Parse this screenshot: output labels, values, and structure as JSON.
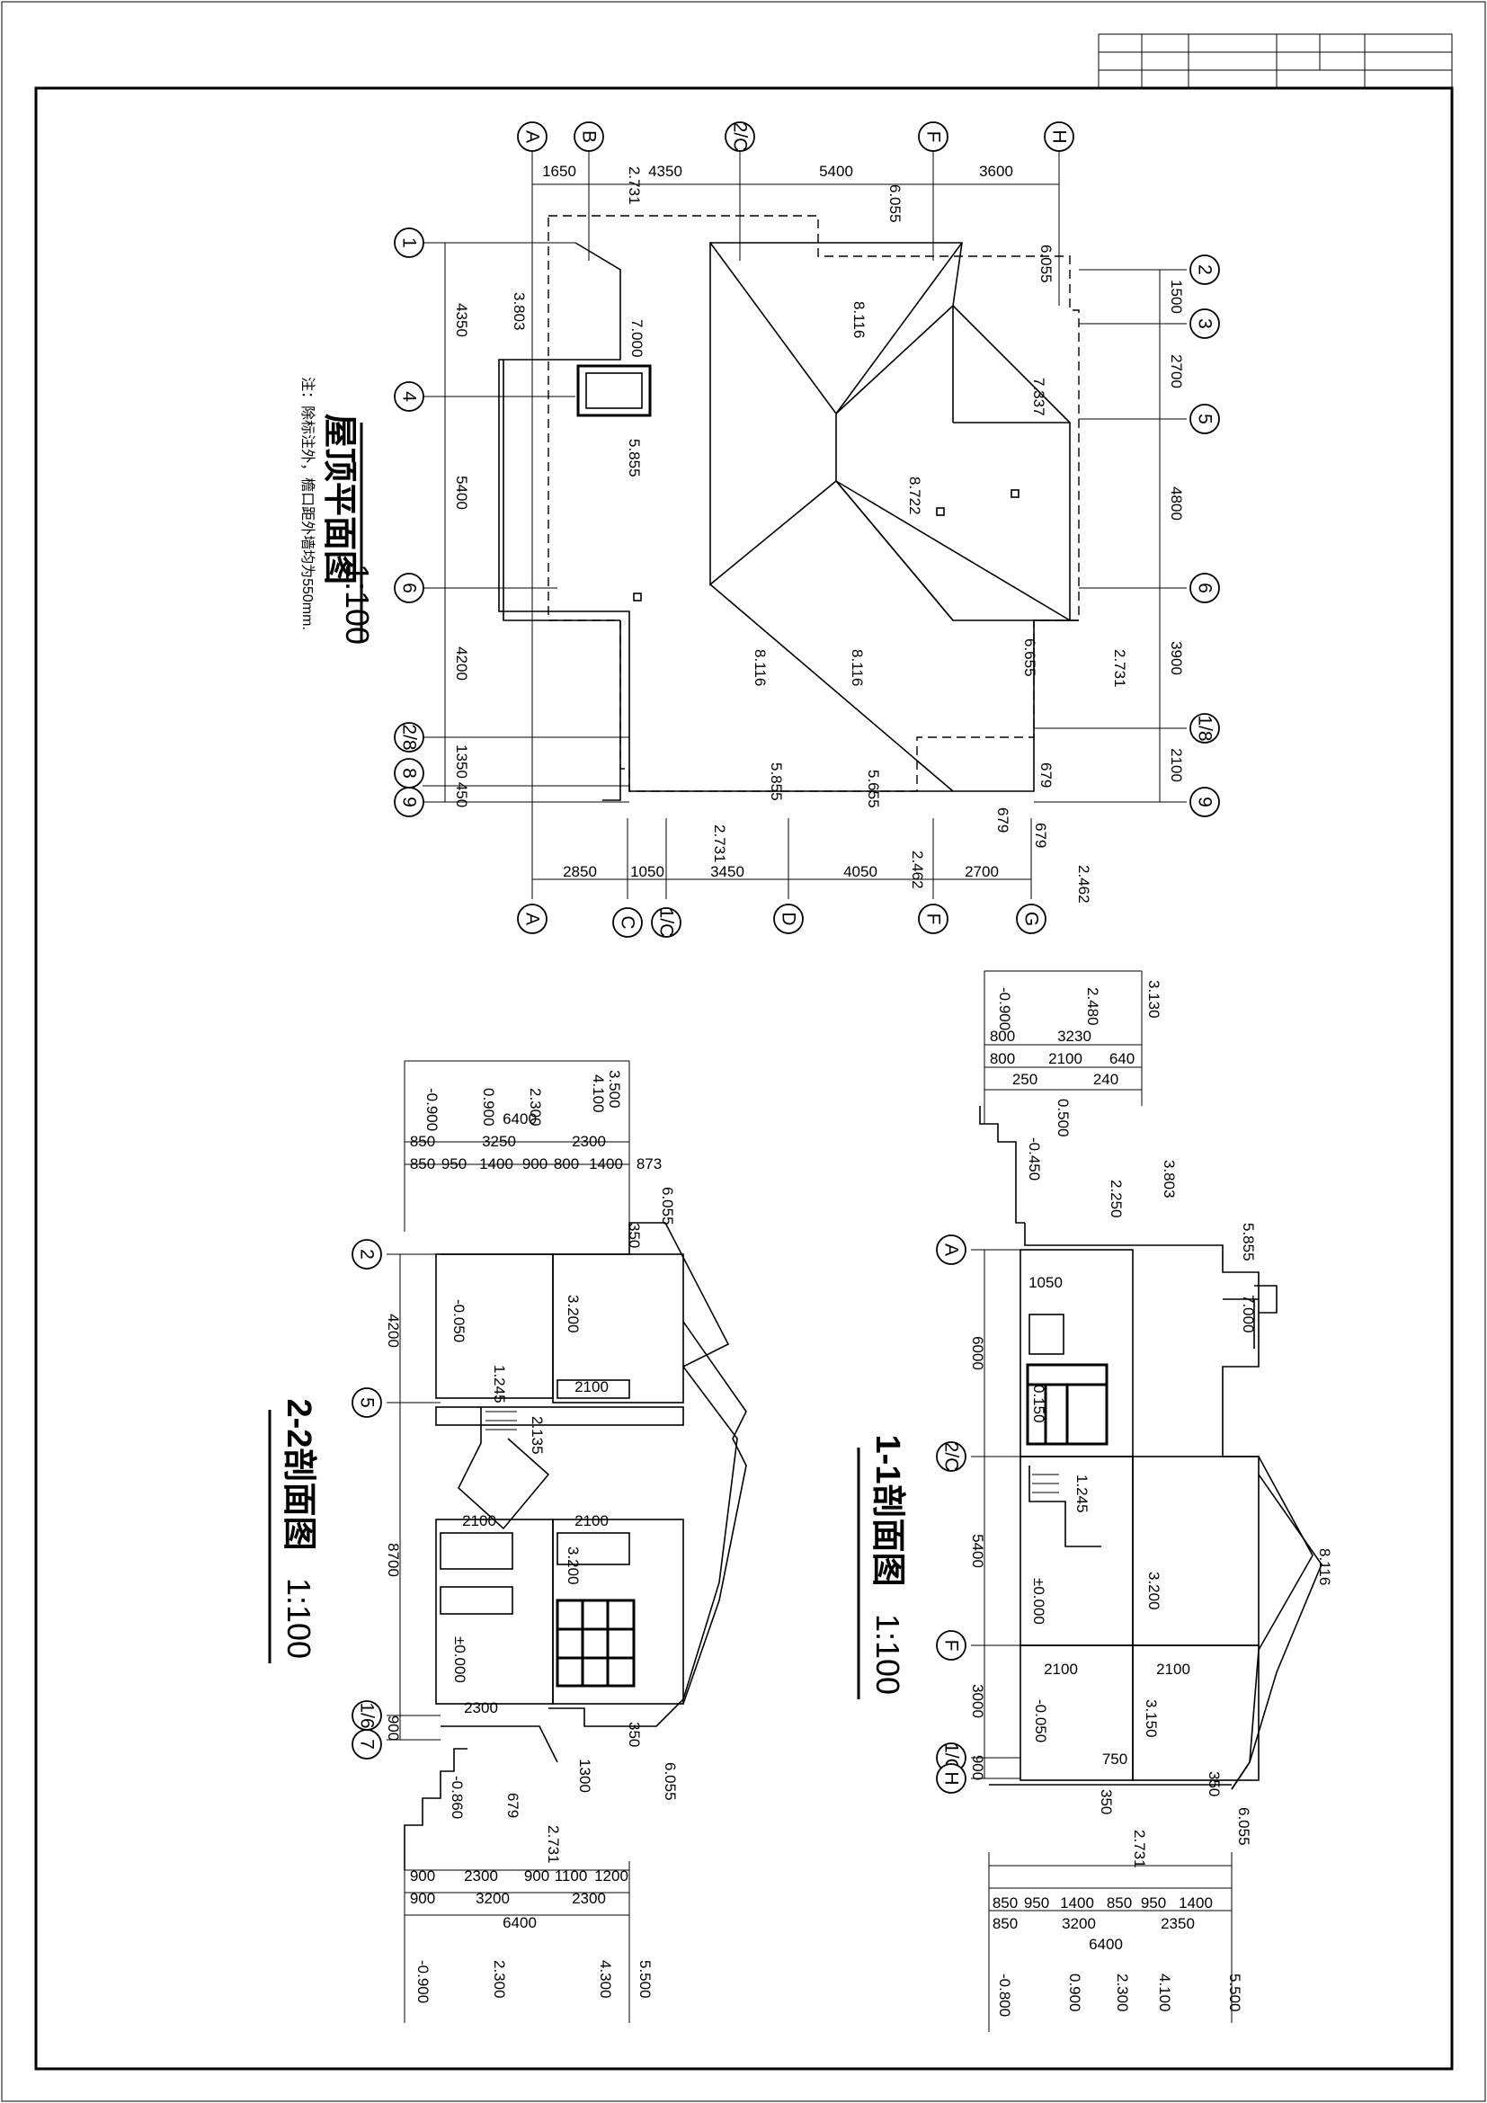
{
  "title_block": {
    "cells": [
      "",
      "",
      "",
      "",
      "",
      "",
      ""
    ]
  },
  "roof_plan": {
    "title": "屋顶平面图",
    "scale": "1:100",
    "note": "注：除标注外，檐口距外墙均为550mm.",
    "top_axes": [
      "A",
      "B",
      "2/C",
      "F",
      "H"
    ],
    "bottom_axes": [
      "A",
      "C",
      "1/C",
      "D",
      "F",
      "G"
    ],
    "left_axes": [
      "1",
      "4",
      "6",
      "2/8",
      "8",
      "9"
    ],
    "right_axes": [
      "2",
      "3",
      "5",
      "6",
      "1/8",
      "9"
    ],
    "top_dims": [
      "1650",
      "4350",
      "5400",
      "3600"
    ],
    "bottom_dims": [
      "2850",
      "1050",
      "3450",
      "4050",
      "2700"
    ],
    "left_dims": [
      "4350",
      "5400",
      "4200",
      "1350",
      "450"
    ],
    "right_dims": [
      "1500",
      "2700",
      "4800",
      "3900",
      "2100"
    ],
    "levels": [
      "2.731",
      "6.055",
      "6.055",
      "3.803",
      "7.000",
      "8.116",
      "7.337",
      "5.855",
      "8.722",
      "8.116",
      "8.116",
      "6.655",
      "2.731",
      "5.855",
      "5.655",
      "2.731",
      "2.462",
      "2.462"
    ],
    "small_dims": [
      "679",
      "679",
      "679"
    ]
  },
  "section_22": {
    "title": "2-2剖面图",
    "scale": "1:100",
    "axes": [
      "2",
      "5",
      "1/6",
      "7"
    ],
    "top_levels": [
      "-0.900",
      "0.900",
      "2.300",
      "3.500",
      "4.100"
    ],
    "top_total": "6400",
    "top_dims_row1": [
      "850",
      "3250",
      "2300"
    ],
    "top_dims_row2": [
      "850",
      "950",
      "1400",
      "900",
      "800",
      "1400",
      "873"
    ],
    "side_dims": [
      "4200",
      "8700",
      "900"
    ],
    "inner_dims": [
      "2100",
      "2100",
      "2100",
      "2300",
      "1300",
      "679"
    ],
    "levels": [
      "6.055",
      "-0.050",
      "3.200",
      "1.245",
      "2.135",
      "3.200",
      "±0.000",
      "6.055",
      "-0.860",
      "2.731",
      "350",
      "350"
    ],
    "bottom_dims_row1": [
      "900",
      "2300",
      "900",
      "1100",
      "1200"
    ],
    "bottom_dims_row2": [
      "900",
      "3200",
      "2300"
    ],
    "bottom_total": "6400",
    "bottom_levels": [
      "-0.900",
      "2.300",
      "4.300",
      "5.500"
    ]
  },
  "section_11": {
    "title": "1-1剖面图",
    "scale": "1:100",
    "axes": [
      "A",
      "2/C",
      "F",
      "1/G",
      "H"
    ],
    "top_levels": [
      "-0.900",
      "2.480",
      "3.130"
    ],
    "top_dims_row1": [
      "800",
      "3230"
    ],
    "top_dims_row2": [
      "800",
      "2100",
      "640"
    ],
    "top_dims_row3": [
      "250",
      "240"
    ],
    "side_dims": [
      "6000",
      "5400",
      "3000",
      "900"
    ],
    "inner_dims": [
      "1050",
      "2100",
      "2100",
      "750"
    ],
    "levels": [
      "0.500",
      "-0.450",
      "2.250",
      "3.803",
      "5.855",
      "7.000",
      "0.150",
      "1.245",
      "±0.000",
      "3.200",
      "8.116",
      "-0.050",
      "3.150",
      "350",
      "350",
      "6.055",
      "2.731"
    ],
    "bottom_dims_row1": [
      "850",
      "950",
      "1400",
      "850",
      "950",
      "1400"
    ],
    "bottom_dims_row2": [
      "850",
      "3200",
      "2350"
    ],
    "bottom_total": "6400",
    "bottom_levels": [
      "-0.800",
      "0.900",
      "2.300",
      "4.100",
      "5.500"
    ]
  }
}
